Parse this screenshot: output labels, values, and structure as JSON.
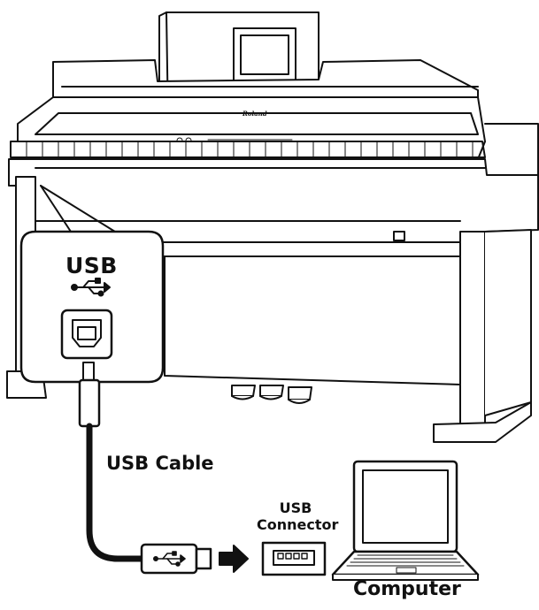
{
  "labels": {
    "usb_port": "USB",
    "usb_cable": "USB Cable",
    "usb_connector_line1": "USB",
    "usb_connector_line2": "Connector",
    "computer": "Computer",
    "brand": "Roland"
  },
  "icons": {
    "usb_symbol": "usb-icon",
    "arrow": "arrow-right-icon"
  },
  "colors": {
    "line": "#111111",
    "panel": "#ffffff",
    "shade": "#d9d9d9"
  }
}
